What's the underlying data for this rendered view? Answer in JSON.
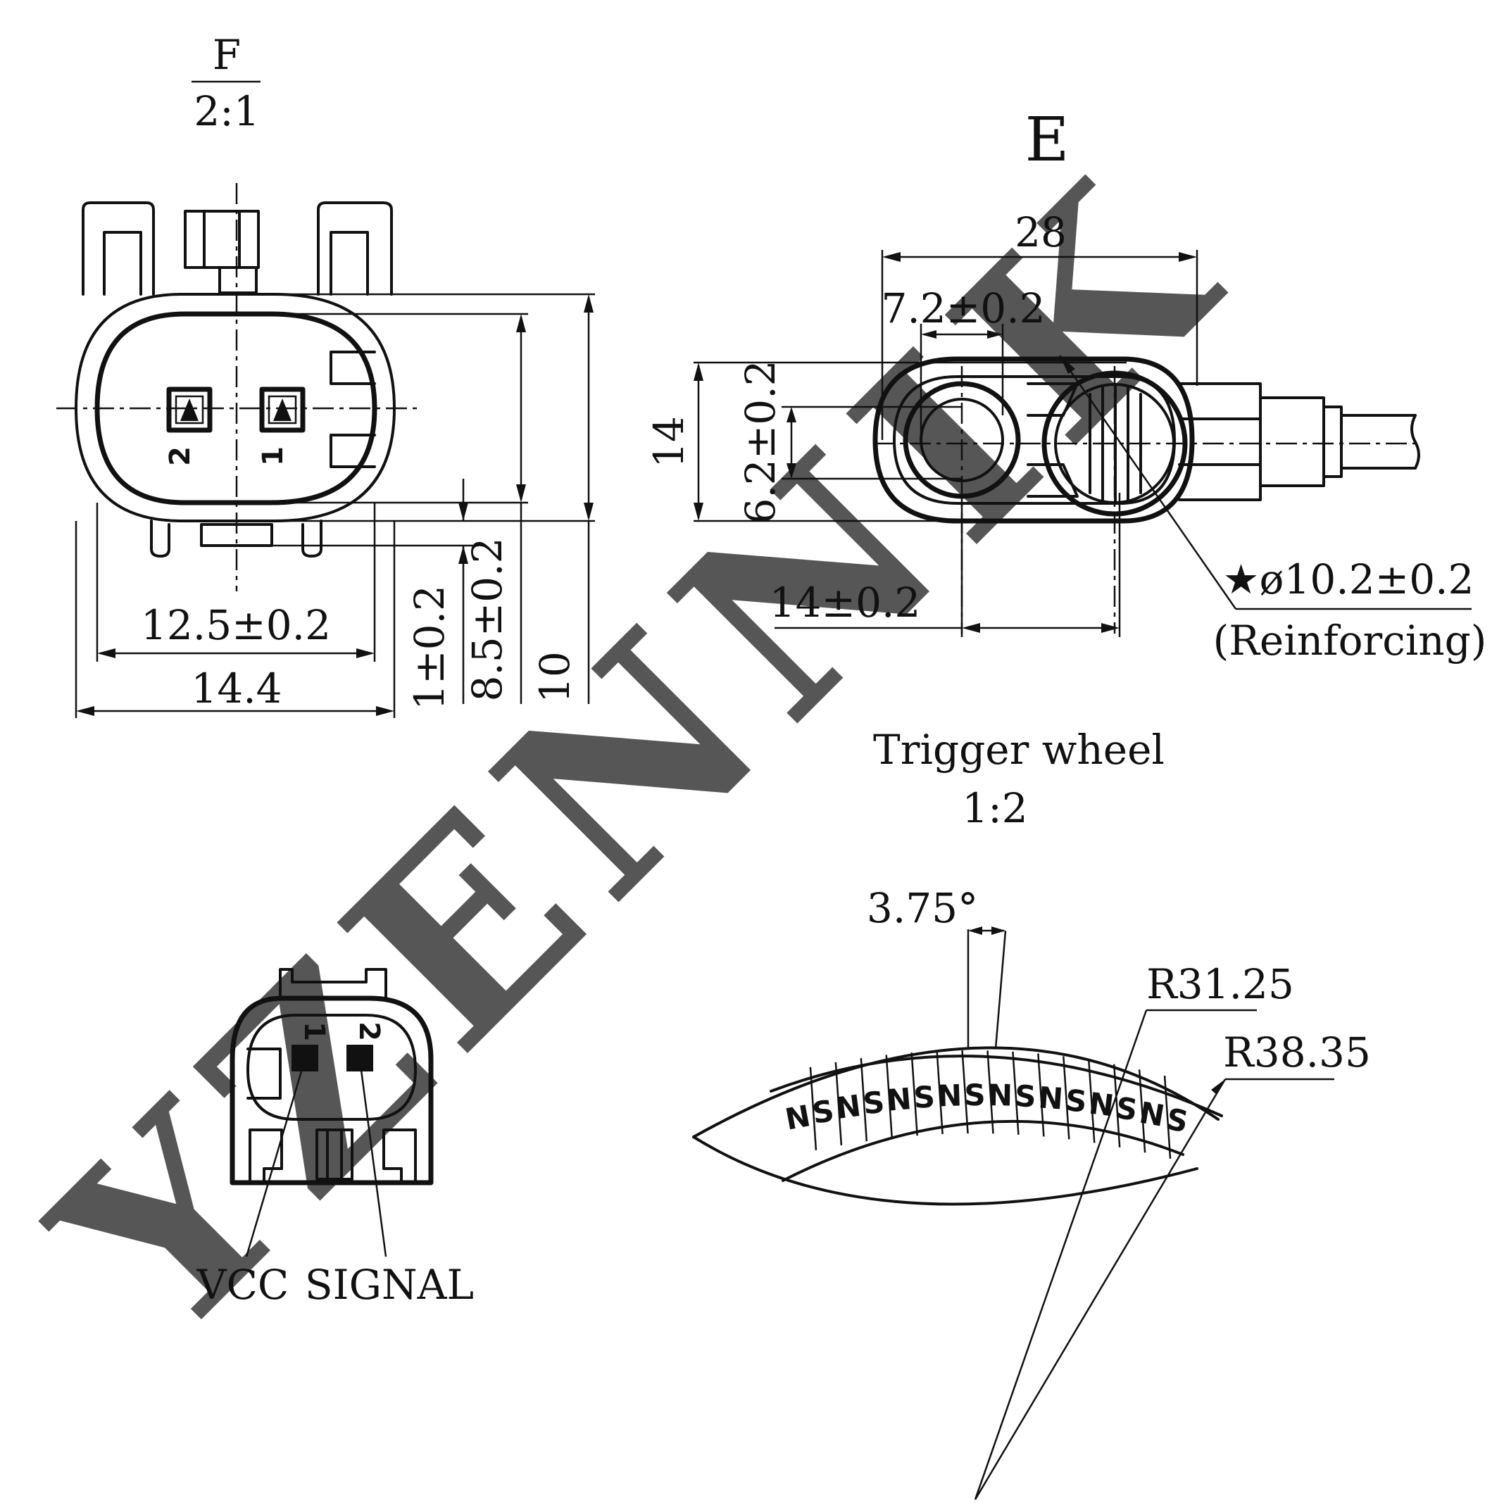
{
  "view_f": {
    "letter": "F",
    "scale": "2:1"
  },
  "view_e": {
    "letter": "E"
  },
  "dims": {
    "width_12_5": "12.5±0.2",
    "width_14_4": "14.4",
    "h_1": "1±0.2",
    "h_8_5": "8.5±0.2",
    "h_10": "10",
    "len_28": "28",
    "len_7_2": "7.2±0.2",
    "h_14": "14",
    "h_6_2": "6.2±0.2",
    "len_14": "14±0.2",
    "dia": "★ø10.2±0.2",
    "dia_note": "(Reinforcing)"
  },
  "pins": {
    "pin1": "1",
    "pin2": "2"
  },
  "connector_pins": {
    "vcc": "VCC",
    "signal": "SIGNAL"
  },
  "trigger_wheel": {
    "title": "Trigger wheel",
    "scale": "1:2",
    "angle": "3.75°",
    "r_inner": "R31.25",
    "r_outer": "R38.35",
    "poles": [
      "N",
      "S",
      "N",
      "S",
      "N",
      "S",
      "N",
      "S",
      "N",
      "S",
      "N",
      "S",
      "N",
      "S",
      "N",
      "S"
    ]
  },
  "watermark": "YZENNIK"
}
